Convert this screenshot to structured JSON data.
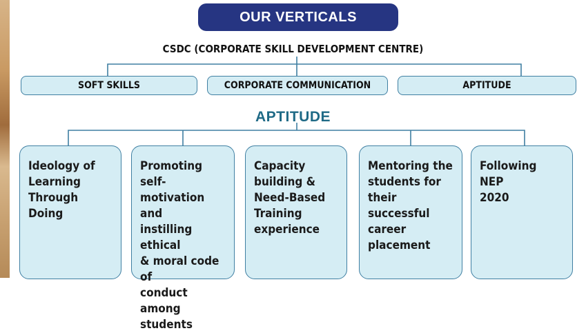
{
  "header": {
    "title": "OUR VERTICALS"
  },
  "root": {
    "label": "CSDC (CORPORATE SKILL DEVELOPMENT CENTRE)"
  },
  "verticals": [
    {
      "label": "SOFT SKILLS"
    },
    {
      "label": "CORPORATE COMMUNICATION"
    },
    {
      "label": "APTITUDE"
    }
  ],
  "aptitude": {
    "heading": "APTITUDE",
    "items": [
      {
        "text": "Ideology of\nLearning\nThrough\nDoing"
      },
      {
        "text": "Promoting self-\nmotivation and\ninstilling ethical\n& moral code of\nconduct among\nstudents"
      },
      {
        "text": "Capacity\nbuilding &\nNeed-Based\nTraining\nexperience"
      },
      {
        "text": "Mentoring the\nstudents for\ntheir successful\ncareer\nplacement"
      },
      {
        "text": "Following\nNEP\n2020"
      }
    ]
  },
  "colors": {
    "title_bg": "#263582",
    "box_fill": "#d5edf4",
    "box_border": "#3f7fa2",
    "heading": "#1f6a86"
  }
}
